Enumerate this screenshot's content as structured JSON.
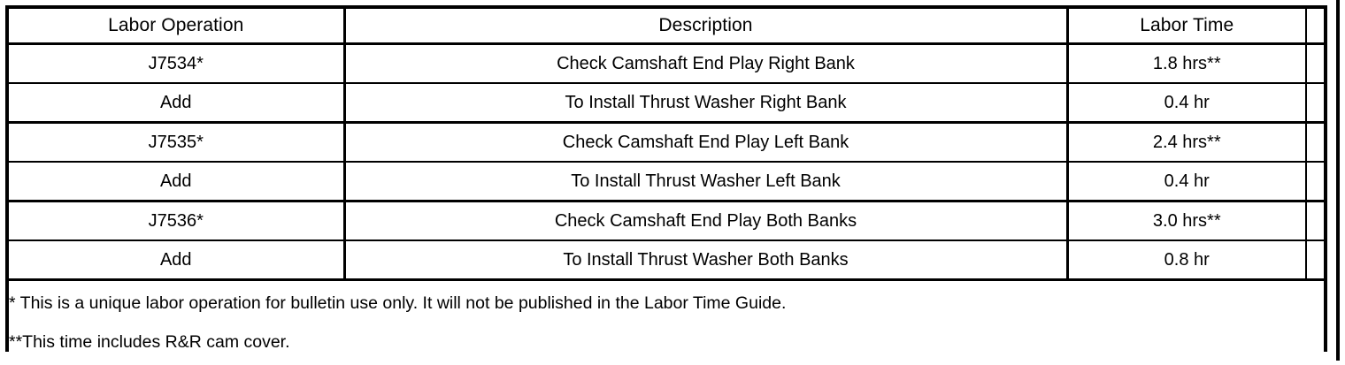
{
  "table": {
    "columns": [
      {
        "key": "labor_operation",
        "label": "Labor Operation"
      },
      {
        "key": "description",
        "label": "Description"
      },
      {
        "key": "labor_time",
        "label": "Labor Time"
      },
      {
        "key": "spacer",
        "label": ""
      }
    ],
    "rows": [
      {
        "labor_operation": "J7534*",
        "description": "Check Camshaft End Play Right Bank",
        "labor_time": "1.8 hrs**"
      },
      {
        "labor_operation": "Add",
        "description": "To Install Thrust Washer Right Bank",
        "labor_time": "0.4 hr"
      },
      {
        "labor_operation": "J7535*",
        "description": "Check Camshaft End Play Left Bank",
        "labor_time": "2.4 hrs**"
      },
      {
        "labor_operation": "Add",
        "description": "To Install Thrust Washer Left Bank",
        "labor_time": "0.4 hr"
      },
      {
        "labor_operation": "J7536*",
        "description": "Check Camshaft End Play Both Banks",
        "labor_time": "3.0 hrs**"
      },
      {
        "labor_operation": "Add",
        "description": "To Install Thrust Washer Both Banks",
        "labor_time": "0.8 hr"
      }
    ],
    "footnotes": [
      "* This is a unique labor operation for bulletin use only. It will not be published in the Labor Time Guide.",
      "**This time includes R&R cam cover."
    ]
  },
  "colors": {
    "ink": "#000000",
    "paper": "#ffffff"
  }
}
